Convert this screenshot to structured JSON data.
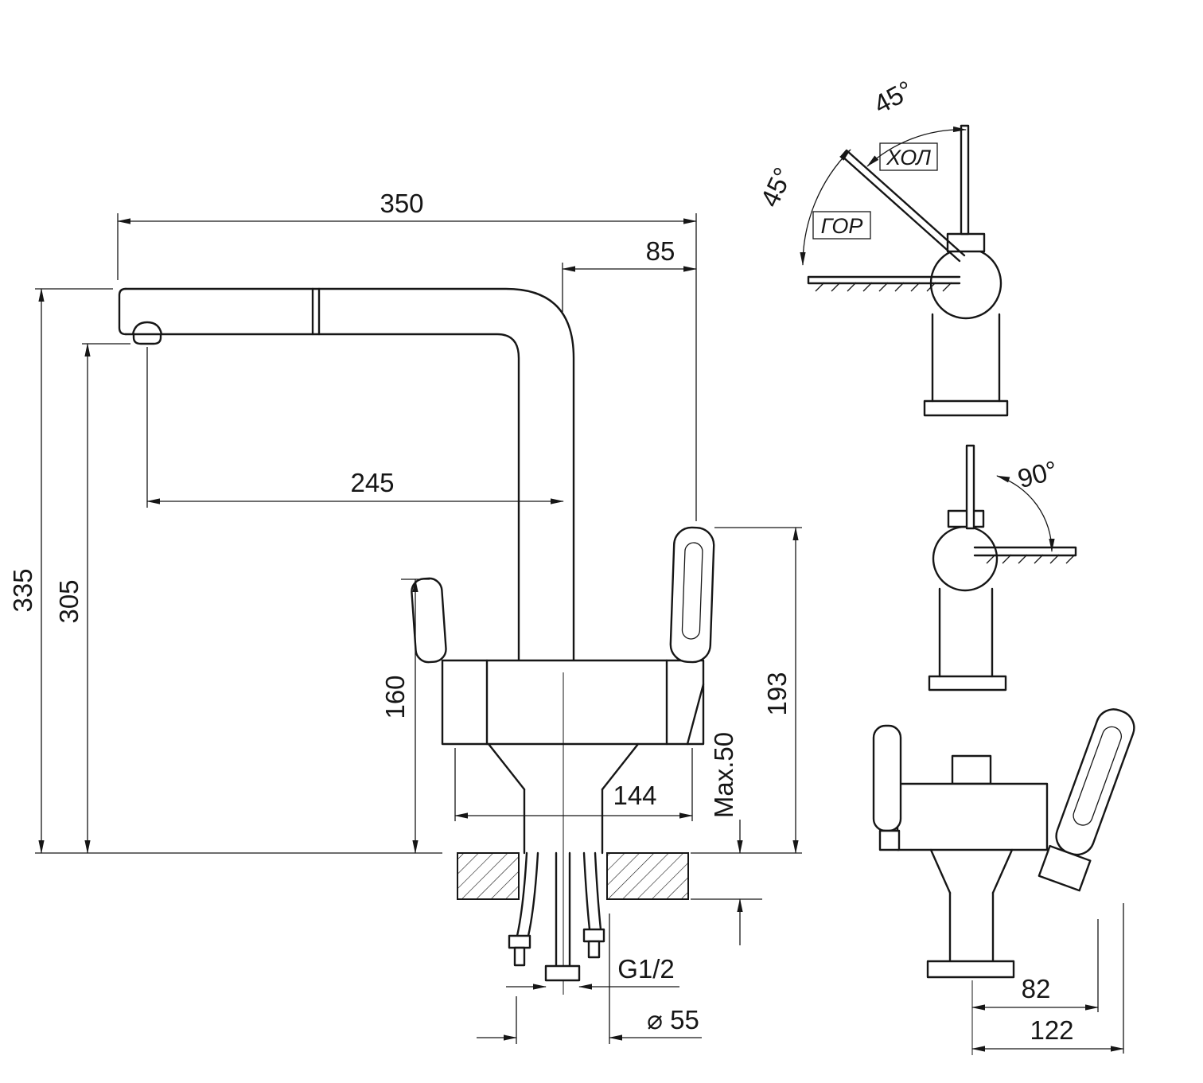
{
  "colors": {
    "ink": "#161616",
    "background": "#ffffff"
  },
  "main_view": {
    "dims": {
      "total_depth": "350",
      "handle_offset": "85",
      "spout_reach": "245",
      "total_height": "335",
      "spout_height": "305",
      "handle_height": "160",
      "body_width": "144",
      "handle_top_height": "193",
      "deck_thickness_max": "Max.50",
      "thread_size": "G1/2",
      "base_diameter": "⌀ 55"
    }
  },
  "handle_angle_view": {
    "upper_angle": "45°",
    "lower_angle": "45°",
    "cold_label": "ХОЛ",
    "hot_label": "ГОР"
  },
  "spout_rotation_view": {
    "angle": "90°"
  },
  "front_view": {
    "dims": {
      "handle_offset": "82",
      "handle_reach": "122"
    }
  }
}
